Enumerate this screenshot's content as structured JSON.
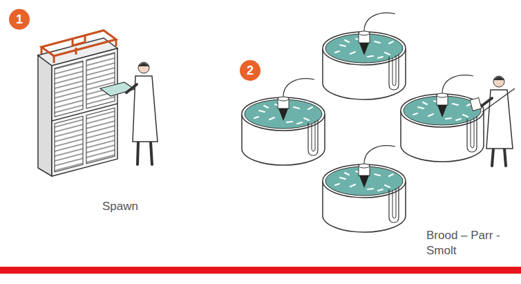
{
  "diagram": {
    "nodes": [
      {
        "text": [
          "1"
        ]
      },
      {
        "text": [
          "2"
        ]
      }
    ],
    "labels": [
      "Spawn",
      "Brood – Parr - Smolt"
    ]
  }
}
